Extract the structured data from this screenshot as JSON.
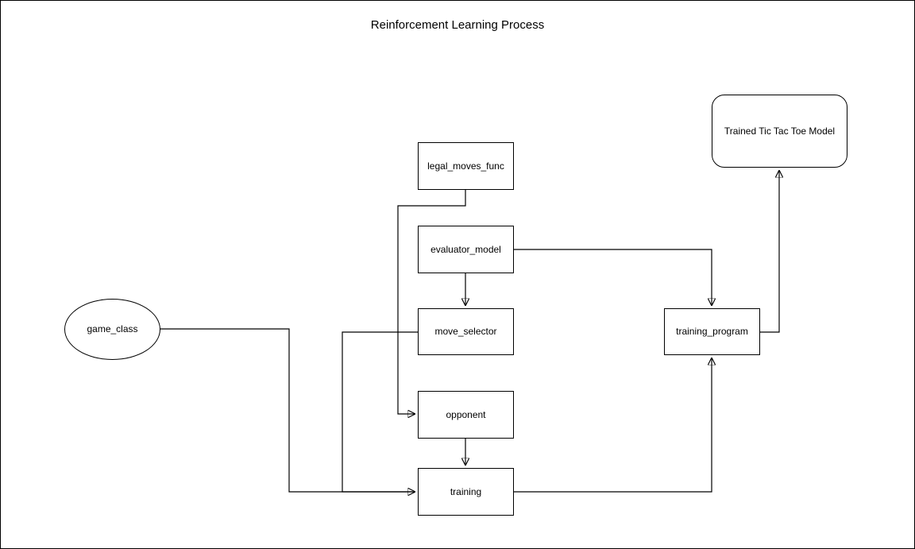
{
  "title": "Reinforcement Learning Process",
  "colors": {
    "stroke": "#000000",
    "node_fill": "#ffffff",
    "background": "#ffffff"
  },
  "nodes": {
    "game_class": {
      "label": "game_class",
      "shape": "ellipse"
    },
    "legal_moves_func": {
      "label": "legal_moves_func",
      "shape": "rect"
    },
    "evaluator_model": {
      "label": "evaluator_model",
      "shape": "rect"
    },
    "move_selector": {
      "label": "move_selector",
      "shape": "rect"
    },
    "opponent": {
      "label": "opponent",
      "shape": "rect"
    },
    "training": {
      "label": "training",
      "shape": "rect"
    },
    "training_program": {
      "label": "training_program",
      "shape": "rect"
    },
    "trained_model": {
      "label": "Trained Tic Tac Toe Model",
      "shape": "rounded-rect"
    }
  },
  "edges": [
    {
      "from": "legal_moves_func",
      "to": "opponent"
    },
    {
      "from": "evaluator_model",
      "to": "move_selector"
    },
    {
      "from": "evaluator_model",
      "to": "training_program"
    },
    {
      "from": "opponent",
      "to": "training"
    },
    {
      "from": "game_class",
      "to": "training"
    },
    {
      "from": "move_selector",
      "to": "training"
    },
    {
      "from": "training",
      "to": "training_program"
    },
    {
      "from": "training_program",
      "to": "trained_model"
    }
  ]
}
